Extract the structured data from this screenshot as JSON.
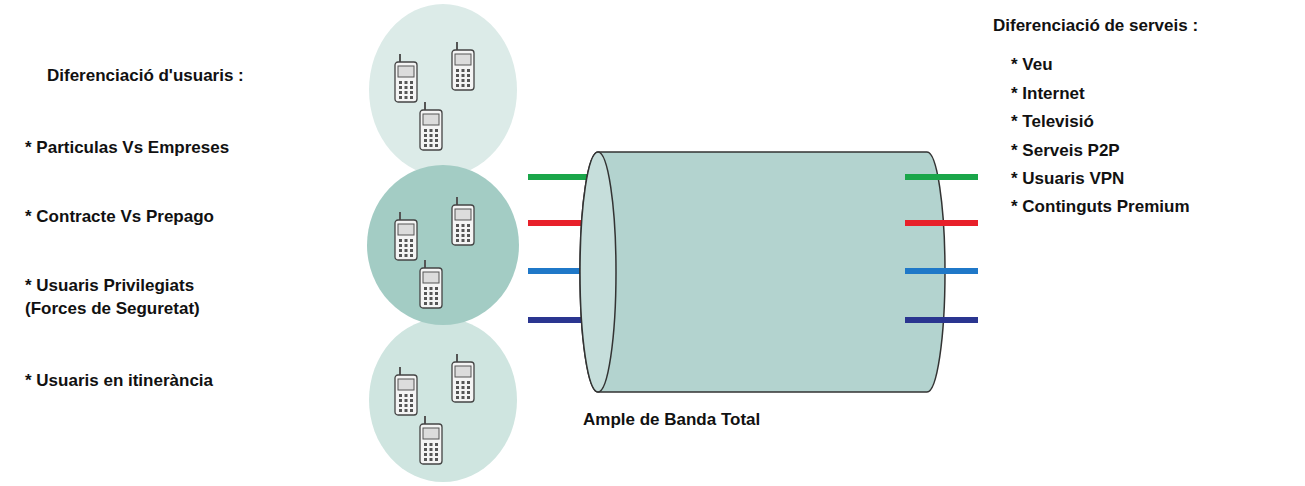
{
  "diagram": {
    "nodes": [
      {
        "text": [
          "Ample de Banda Total"
        ]
      }
    ],
    "labels": [
      "Diferenciació d'usuaris :",
      "* Particulas Vs Empreses",
      "* Contracte Vs Prepago",
      "* Usuaris Privilegiats (Forces de Seguretat)",
      "* Usuaris en itinerància",
      "Diferenciació de serveis :",
      "* Veu",
      "* Internet",
      "* Televisió",
      "* Serveis P2P",
      "* Usuaris VPN",
      "* Continguts Premium"
    ]
  }
}
